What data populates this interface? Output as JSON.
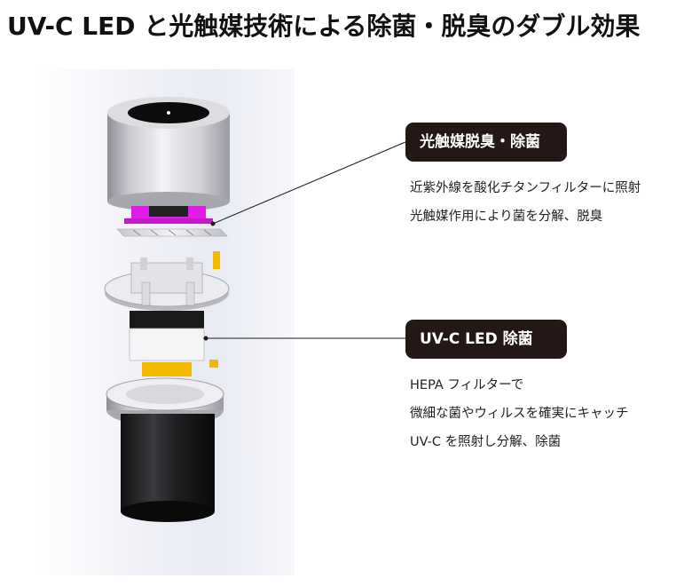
{
  "title": "UV-C LED と光触媒技術による除菌・脱臭のダブル効果",
  "callouts": [
    {
      "badge": "光触媒脱臭・除菌",
      "lines": [
        "近紫外線を酸化チタンフィルターに照射",
        "光触媒作用により菌を分解、脱臭"
      ]
    },
    {
      "badge": "UV-C LED 除菌",
      "lines": [
        "HEPA フィルターで",
        "微細な菌やウィルスを確実にキャッチ",
        "UV-C を照射し分解、除菌"
      ]
    }
  ],
  "colors": {
    "badge_bg": "#231815",
    "uv_magenta": "#e21ee6",
    "led_yellow": "#f3b800"
  }
}
